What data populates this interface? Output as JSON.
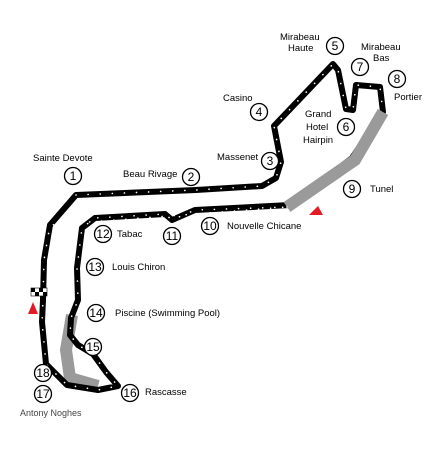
{
  "circuit": {
    "colors": {
      "track": "#000000",
      "tunnel": "#9a9a9a",
      "marker": "#e31b23",
      "background": "#ffffff"
    },
    "start_finish_icon": "checkered-flag-icon",
    "turns": [
      {
        "number": "1",
        "name": "Sainte Devote"
      },
      {
        "number": "2",
        "name": "Beau Rivage"
      },
      {
        "number": "3",
        "name": "Massenet"
      },
      {
        "number": "4",
        "name": "Casino"
      },
      {
        "number": "5",
        "name_lines": [
          "Mirabeau",
          "Haute"
        ]
      },
      {
        "number": "6",
        "name_lines": [
          "Grand",
          "Hotel",
          "Hairpin"
        ]
      },
      {
        "number": "7",
        "name_lines": [
          "Mirabeau",
          "Bas"
        ]
      },
      {
        "number": "8",
        "name": "Portier"
      },
      {
        "number": "9",
        "name": "Tunel"
      },
      {
        "number": "10",
        "name": "Nouvelle Chicane"
      },
      {
        "number": "11",
        "name": ""
      },
      {
        "number": "12",
        "name": "Tabac"
      },
      {
        "number": "13",
        "name": "Louis Chiron"
      },
      {
        "number": "14",
        "name": "Piscine (Swimming Pool)"
      },
      {
        "number": "15",
        "name": ""
      },
      {
        "number": "16",
        "name": "Rascasse"
      },
      {
        "number": "17",
        "name": ""
      },
      {
        "number": "18",
        "name": ""
      }
    ],
    "extra_label": "Antony Noghes"
  }
}
